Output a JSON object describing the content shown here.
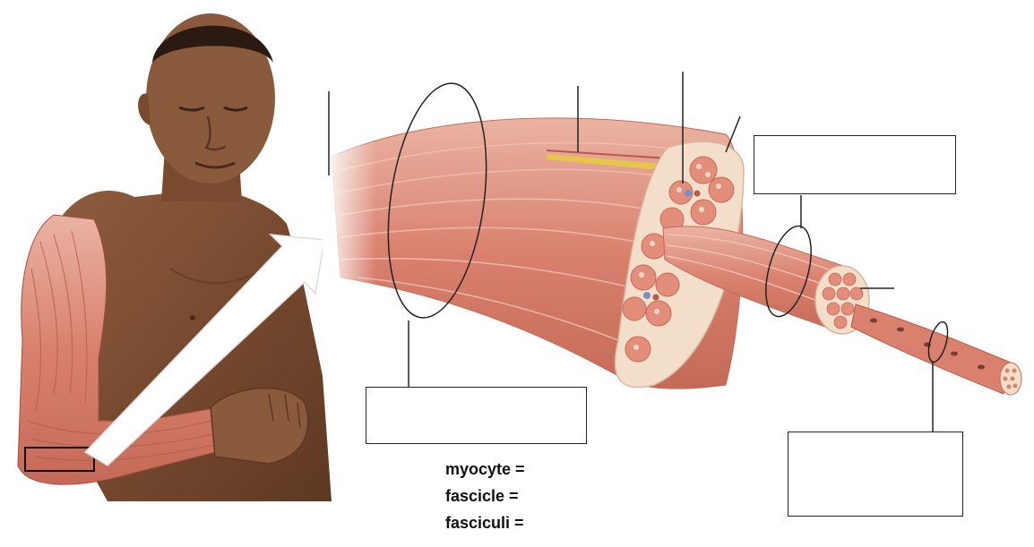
{
  "legend": {
    "line1": "myocyte =",
    "line2": "fascicle =",
    "line3": "fasciculi ="
  },
  "label_boxes": {
    "top_right": "",
    "bottom_center": "",
    "bottom_right": ""
  },
  "colors": {
    "skin": "#8a5a3c",
    "skin_shadow": "#6b4128",
    "muscle": "#d9816e",
    "muscle_light": "#eab3a3",
    "muscle_dark": "#b8594a",
    "sheath": "#f3dfc9",
    "nerve": "#e5c64a",
    "leader_line": "#222222",
    "background": "#ffffff"
  }
}
